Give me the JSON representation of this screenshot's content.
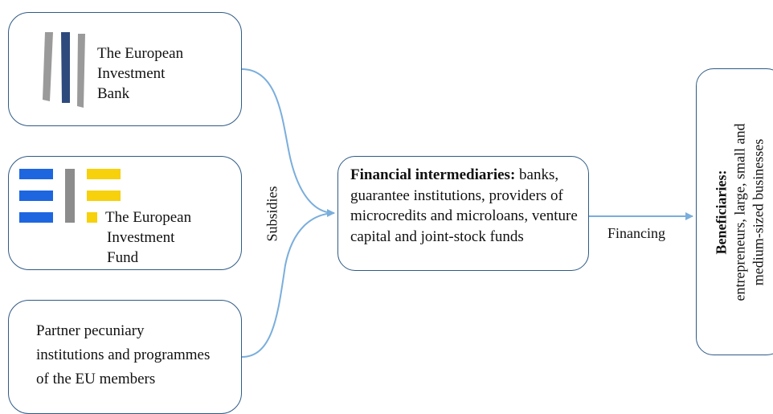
{
  "nodes": {
    "eib": {
      "lines": [
        "The European",
        "Investment",
        "Bank"
      ]
    },
    "eif": {
      "lines": [
        "The European",
        "Investment",
        "Fund"
      ]
    },
    "partner": {
      "lines": [
        "Partner pecuniary",
        "institutions and programmes",
        "of the EU members"
      ]
    },
    "intermediaries": {
      "title": "Financial intermediaries:",
      "line1_rest": " banks,",
      "lines": [
        "guarantee institutions, providers of",
        "microcredits and microloans, venture",
        "capital and joint-stock funds"
      ]
    },
    "beneficiaries": {
      "title": "Beneficiaries:",
      "lines": [
        "entrepreneurs, large, small and",
        "medium-sized businesses"
      ]
    }
  },
  "edges": {
    "subsidies_label": "Subsidies",
    "financing_label": "Financing"
  },
  "colors": {
    "box_border": "#2f5a86",
    "arrow": "#7aaedc",
    "eib_gray": "#9a9a9a",
    "eib_navy": "#2e4a7d",
    "eif_blue": "#1e66e0",
    "eif_gray": "#8c8c8c",
    "eif_yellow": "#f6d10c"
  }
}
